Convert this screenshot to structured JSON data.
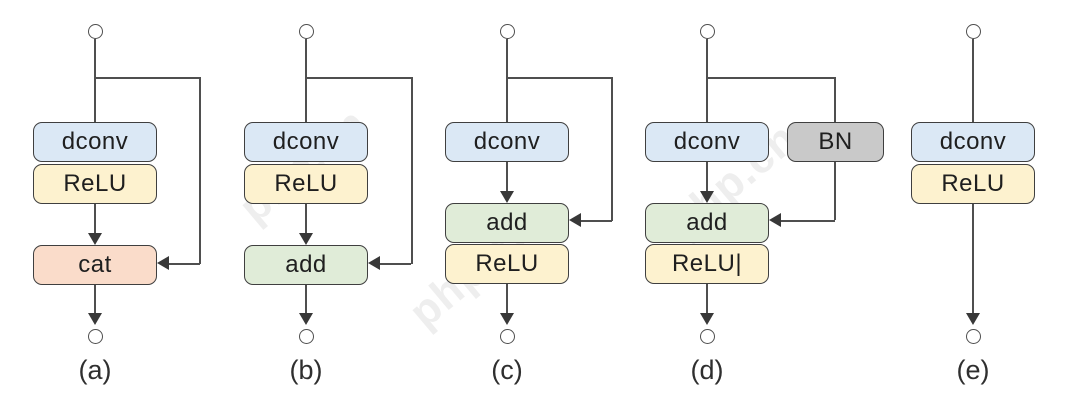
{
  "figure": {
    "watermark_text": "php.cn",
    "colors": {
      "background": "#ffffff",
      "dconv_fill": "#dbe8f5",
      "relu_fill": "#fdf2cf",
      "cat_fill": "#fadcca",
      "add_fill": "#e0ecd8",
      "bn_fill": "#c9c9c9",
      "box_border": "#3f3f3f",
      "line": "#4f4f4f",
      "arrow": "#383838"
    }
  },
  "diagrams": [
    {
      "id": "a",
      "caption": "(a)",
      "dconv": "dconv",
      "relu": "ReLU",
      "merge": "cat"
    },
    {
      "id": "b",
      "caption": "(b)",
      "dconv": "dconv",
      "relu": "ReLU",
      "merge": "add"
    },
    {
      "id": "c",
      "caption": "(c)",
      "dconv": "dconv",
      "merge": "add",
      "relu": "ReLU"
    },
    {
      "id": "d",
      "caption": "(d)",
      "dconv": "dconv",
      "bn": "BN",
      "merge": "add",
      "relu": "ReLU|"
    },
    {
      "id": "e",
      "caption": "(e)",
      "dconv": "dconv",
      "relu": "ReLU"
    }
  ]
}
